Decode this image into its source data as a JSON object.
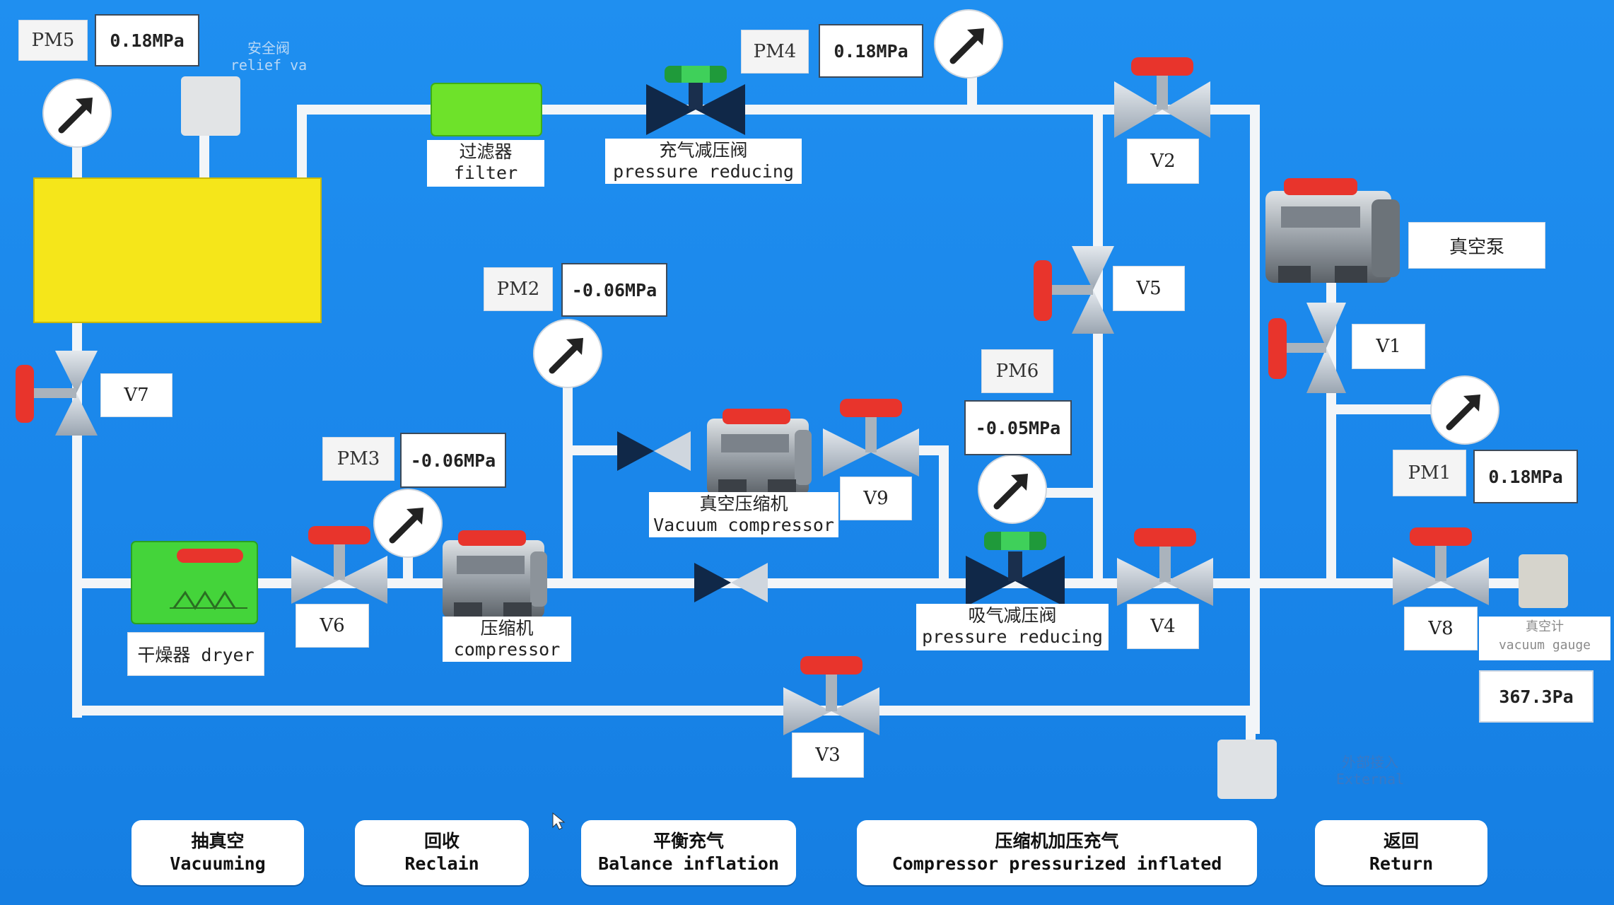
{
  "gauges": {
    "pm5": {
      "tag": "PM5",
      "value": "0.18MPa"
    },
    "pm4": {
      "tag": "PM4",
      "value": "0.18MPa"
    },
    "pm2": {
      "tag": "PM2",
      "value": "-0.06MPa"
    },
    "pm3": {
      "tag": "PM3",
      "value": "-0.06MPa"
    },
    "pm6": {
      "tag": "PM6",
      "value": "-0.05MPa"
    },
    "pm1": {
      "tag": "PM1",
      "value": "0.18MPa"
    }
  },
  "valves": {
    "v1": "V1",
    "v2": "V2",
    "v3": "V3",
    "v4": "V4",
    "v5": "V5",
    "v6": "V6",
    "v7": "V7",
    "v8": "V8",
    "v9": "V9"
  },
  "components": {
    "filter_cn": "过滤器",
    "filter_en": "filter",
    "charge_reg_cn": "充气减压阀",
    "charge_reg_en": "pressure reducing",
    "suction_reg_cn": "吸气减压阀",
    "suction_reg_en": "pressure reducing",
    "vac_comp_cn": "真空压缩机",
    "vac_comp_en": "Vacuum compressor",
    "comp_cn": "压缩机",
    "comp_en": "compressor",
    "dryer": "干燥器 dryer",
    "vac_pump": "真空泵",
    "relief_cn": "安全阀",
    "relief_en": "relief va",
    "gauge_cn": "真空计",
    "gauge_en": "vacuum gauge",
    "vacuum_reading": "367.3Pa",
    "ext_cn": "外部接入",
    "ext_en": "External"
  },
  "buttons": [
    {
      "cn": "抽真空",
      "en": "Vacuuming"
    },
    {
      "cn": "回收",
      "en": "Reclain"
    },
    {
      "cn": "平衡充气",
      "en": "Balance inflation"
    },
    {
      "cn": "压缩机加压充气",
      "en": "Compressor pressurized inflated"
    },
    {
      "cn": "返回",
      "en": "Return"
    }
  ],
  "colors": {
    "background": "#1a86ea",
    "pipe": "#ffffff",
    "tank": "#f5e61a",
    "filter": "#6ee22a",
    "valve_handle_red": "#e8342c",
    "valve_handle_green": "#1f9a3a",
    "valve_body": "#c9d1da"
  }
}
